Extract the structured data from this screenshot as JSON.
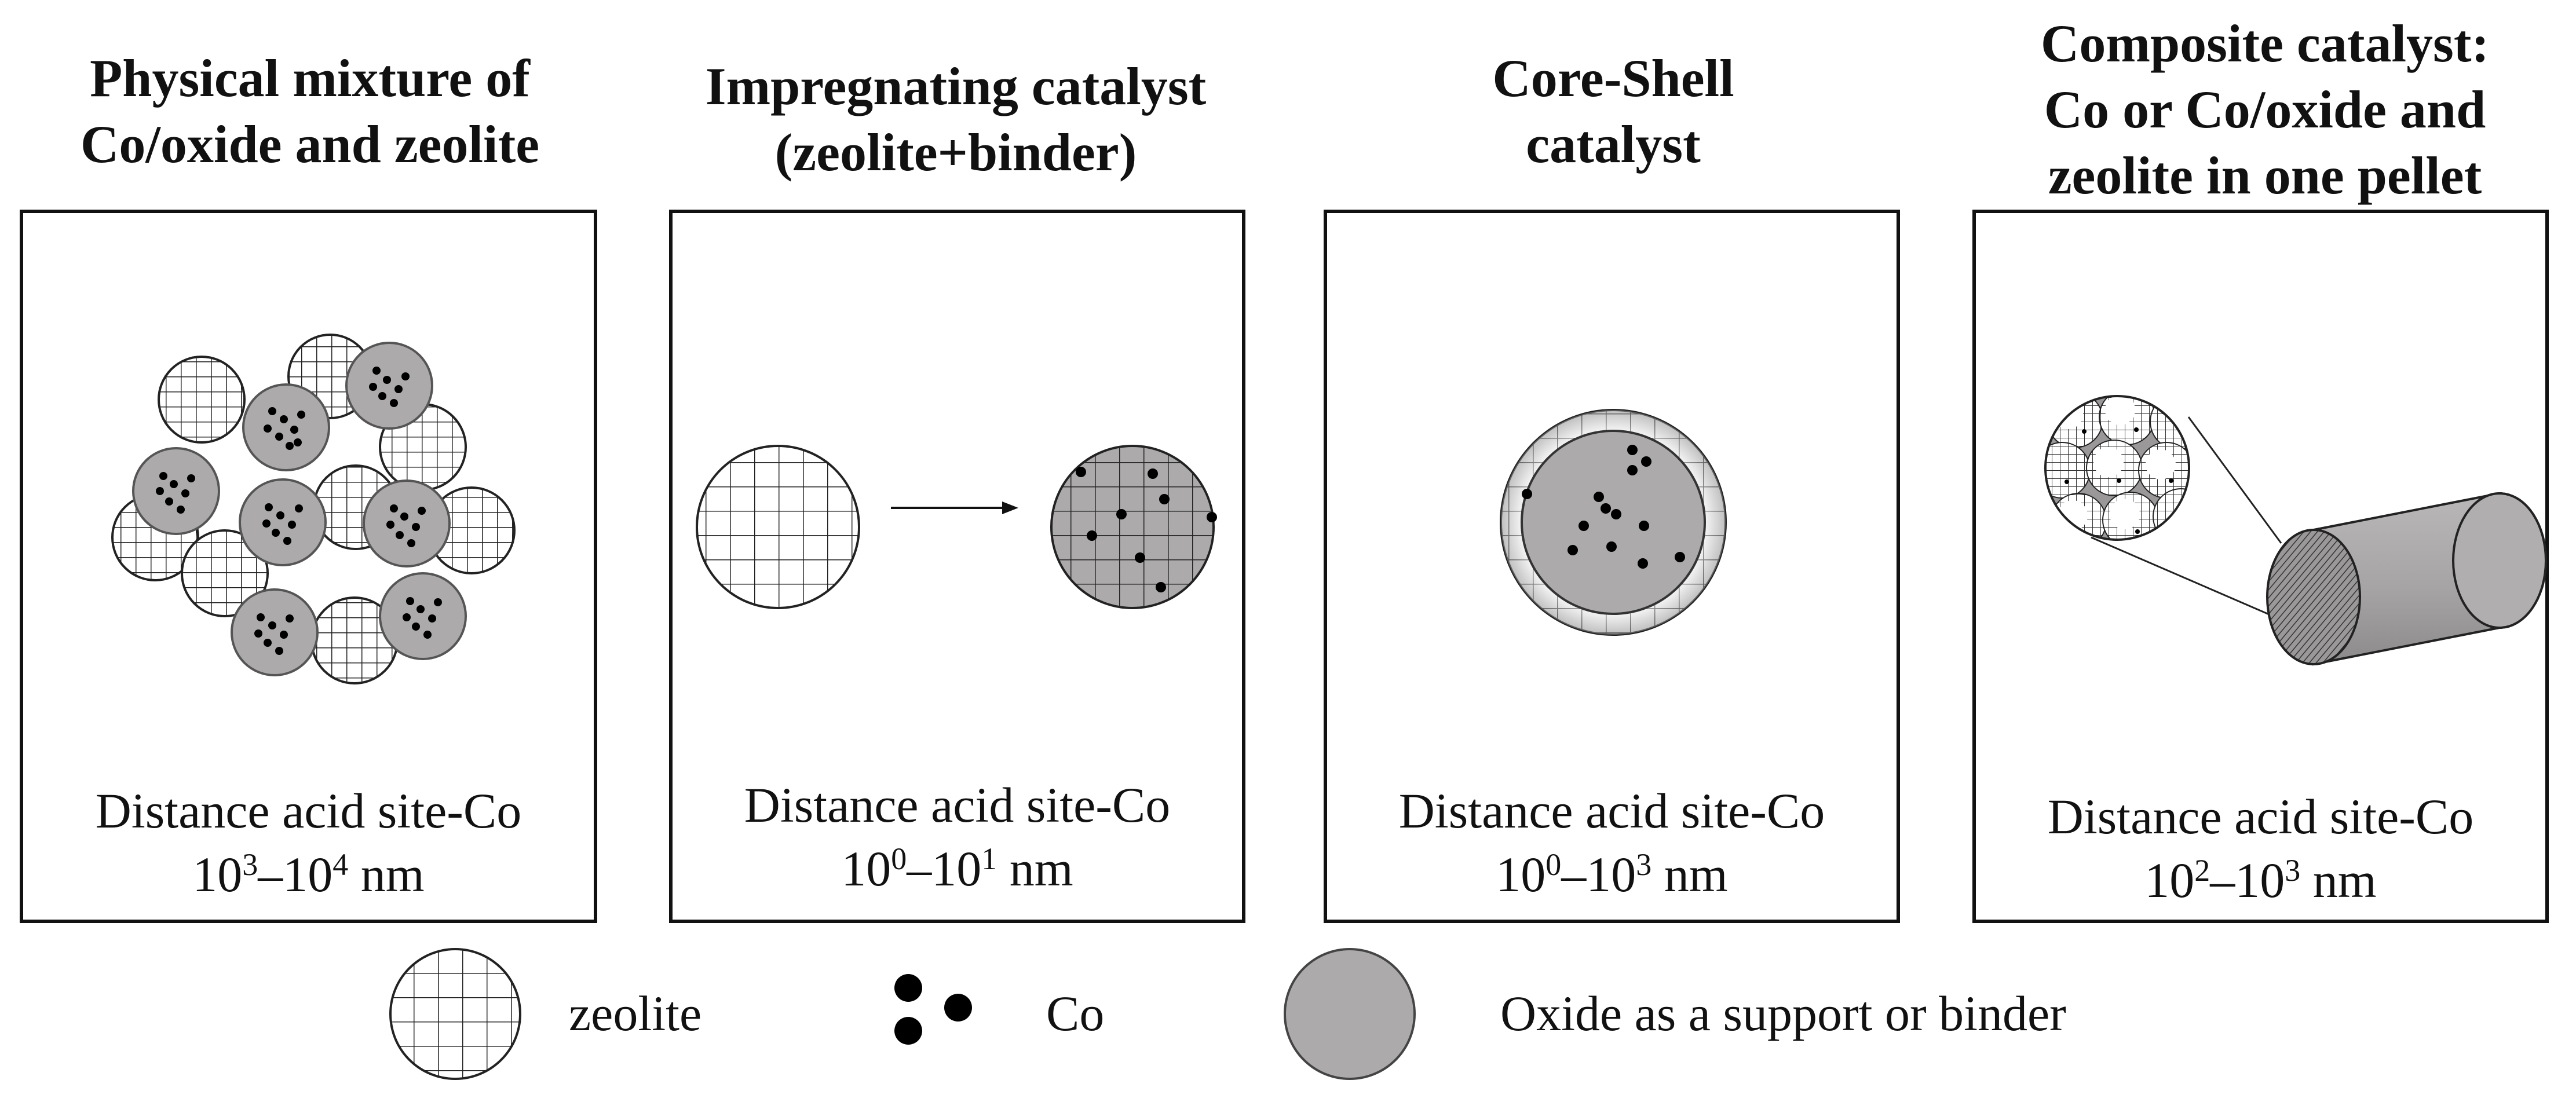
{
  "panels": [
    {
      "title_lines": [
        "Physical mixture of",
        "Co/oxide and zeolite"
      ],
      "distance_label": "Distance acid site-Co",
      "range": {
        "from_base": "10",
        "from_exp": "3",
        "sep": "–",
        "to_base": "10",
        "to_exp": "4",
        "unit": "nm"
      }
    },
    {
      "title_lines": [
        "Impregnating catalyst",
        "(zeolite+binder)"
      ],
      "distance_label": "Distance acid site-Co",
      "range": {
        "from_base": "10",
        "from_exp": "0",
        "sep": "–",
        "to_base": "10",
        "to_exp": "1",
        "unit": "nm"
      }
    },
    {
      "title_lines": [
        "Core-Shell",
        "catalyst"
      ],
      "distance_label": "Distance acid site-Co",
      "range": {
        "from_base": "10",
        "from_exp": "0",
        "sep": "–",
        "to_base": "10",
        "to_exp": "3",
        "unit": "nm"
      }
    },
    {
      "title_lines": [
        "Composite catalyst:",
        "Co or Co/oxide and",
        "zeolite in one pellet"
      ],
      "distance_label": "Distance acid site-Co",
      "range": {
        "from_base": "10",
        "from_exp": "2",
        "sep": "–",
        "to_base": "10",
        "to_exp": "3",
        "unit": "nm"
      }
    }
  ],
  "legend": {
    "zeolite": "zeolite",
    "co": "Co",
    "oxide": "Oxide as a support or binder"
  },
  "colors": {
    "oxide_gray": "#acaaaa",
    "line": "#111111",
    "background": "#ffffff"
  }
}
